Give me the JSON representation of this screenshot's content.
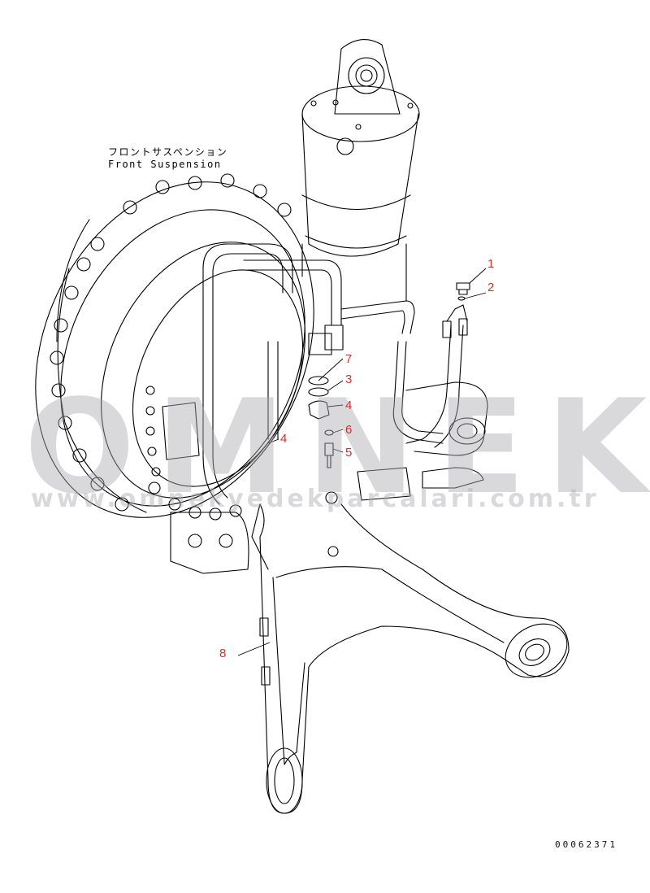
{
  "caption": {
    "jp": "フロントサスペンション",
    "en": "Front Suspension"
  },
  "callouts": [
    "1",
    "2",
    "7",
    "3",
    "4",
    "6",
    "5",
    "4",
    "8"
  ],
  "watermark": {
    "brand": "OMNEK",
    "url": "www.omnekyedekparcalari.com.tr"
  },
  "doc_id": "00062371",
  "colors": {
    "callout": "#d0342c",
    "line": "#000000",
    "watermark": "#aaaab2"
  },
  "icons": [
    "leader-line",
    "bolt",
    "washer",
    "o-ring",
    "clamp"
  ]
}
